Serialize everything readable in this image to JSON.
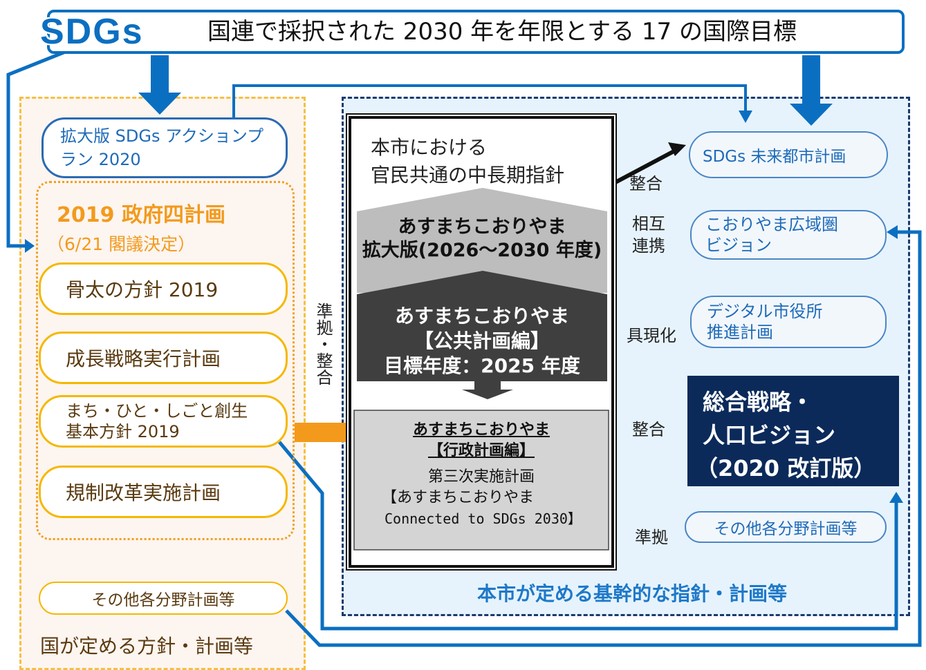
{
  "banner": {
    "logo": "SDGs",
    "title": "国連で採択された 2030 年を年限とする 17 の国際目標"
  },
  "national": {
    "action_plan": "拡大版 SDGs アクションプラン 2020",
    "gov_plans_title": "2019 政府四計画",
    "gov_plans_subtitle": "（6/21 閣議決定）",
    "gov_plans": [
      "骨太の方針 2019",
      "成長戦略実行計画",
      "まち・ひと・しごと創生基本方針 2019",
      "規制改革実施計画"
    ],
    "other_plans": "その他各分野計画等",
    "footer": "国が定める方針・計画等"
  },
  "middle": {
    "compliance_label": "準拠・整合",
    "heading_line1": "本市における",
    "heading_line2": "官民共通の中長期指針",
    "extended_line1": "あすまちこおりやま",
    "extended_line2": "拡大版(2026～2030 年度)",
    "public_line1": "あすまちこおりやま",
    "public_line2": "【公共計画編】",
    "public_line3": "目標年度：2025 年度",
    "admin_line1": "あすまちこおりやま",
    "admin_line2": "【行政計画編】",
    "admin_line3": "第三次実施計画",
    "admin_line4": "【あすまちこおりやま",
    "admin_line5": "Connected to SDGs 2030】"
  },
  "city": {
    "footer": "本市が定める基幹的な指針・計画等",
    "sdgs_future": "SDGs 未来都市計画",
    "rel_align1": "整合",
    "rel_mutual_1": "相互",
    "rel_mutual_2": "連携",
    "regional_1": "こおりやま広域圏",
    "regional_2": "ビジョン",
    "rel_embody": "具現化",
    "digital_1": "デジタル市役所",
    "digital_2": "推進計画",
    "rel_align2": "整合",
    "strategy_1": "総合戦略・",
    "strategy_2": "人口ビジョン",
    "strategy_3": "（2020 改訂版）",
    "rel_comply": "準拠",
    "other_plans": "その他各分野計画等"
  },
  "colors": {
    "blue": "#0b6fc1",
    "navy": "#0b2a5a",
    "yellow": "#f5b800",
    "orange": "#f39a1c",
    "dark_gray": "#3f3f3f",
    "light_gray": "#bdbdbd"
  }
}
